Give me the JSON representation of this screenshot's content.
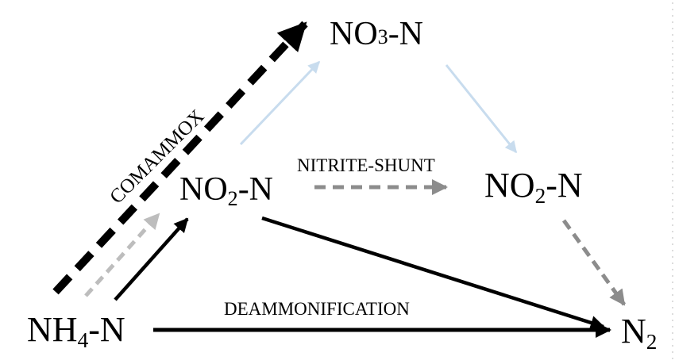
{
  "nodes": {
    "no3": {
      "main": "NO",
      "digit": "3",
      "suffix": "-N"
    },
    "no2_left": {
      "main": "NO",
      "sub": "2",
      "suffix": "-N"
    },
    "no2_right": {
      "main": "NO",
      "sub": "2",
      "suffix": "-N"
    },
    "nh4": {
      "main": "NH",
      "sub": "4",
      "suffix": "-N"
    },
    "n2": {
      "main": "N",
      "sub": "2"
    }
  },
  "labels": {
    "comammox": "COMAMMOX",
    "nitrite_shunt": "NITRITE-SHUNT",
    "deammonification": "DEAMMONIFICATION"
  },
  "colors": {
    "black": "#000000",
    "gray_dashed": "#8c8c8c",
    "light_blue": "#c8dcee",
    "light_gray_dashed": "#bdbdbd"
  }
}
